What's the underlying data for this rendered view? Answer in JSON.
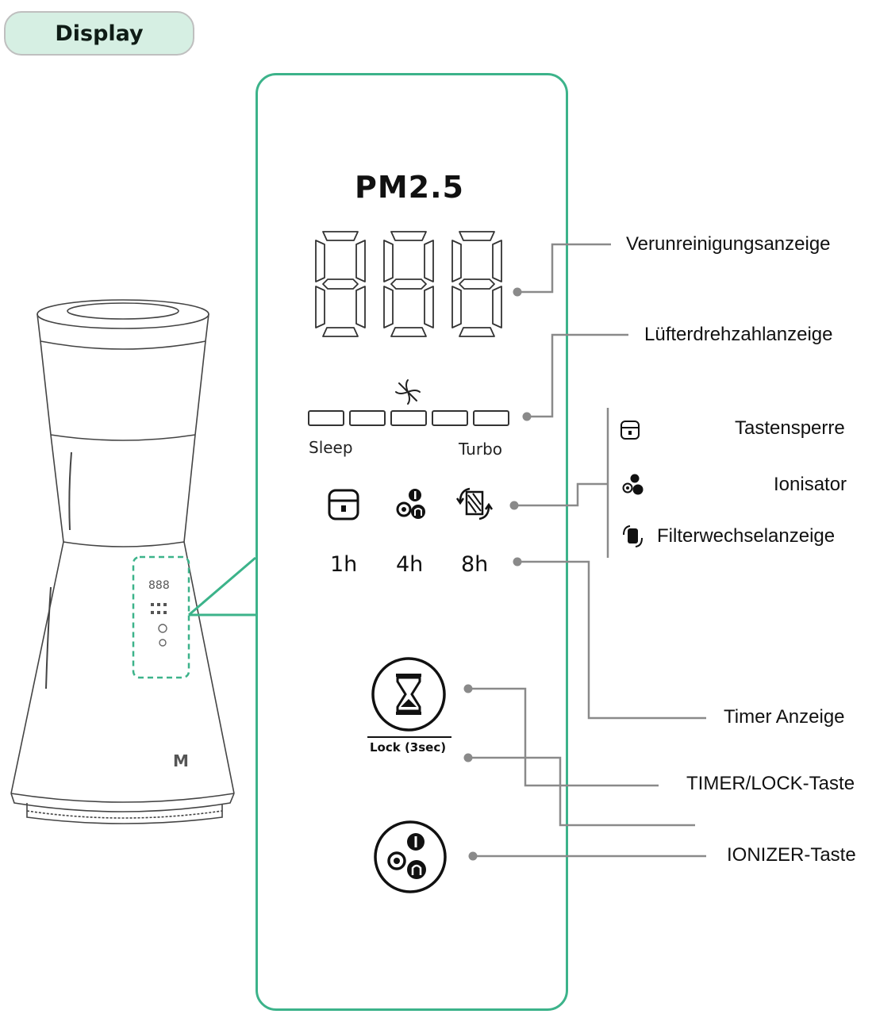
{
  "title": "Display",
  "panel": {
    "pm_label": "PM2.5",
    "fan_speed": {
      "min_label": "Sleep",
      "max_label": "Turbo"
    },
    "timer_options": [
      "1h",
      "4h",
      "8h"
    ],
    "lock_label": "Lock (3sec)"
  },
  "callouts": {
    "pollution": "Verunreinigungsanzeige",
    "fan_speed": "Lüfterdrehzahlanzeige",
    "key_lock": "Tastensperre",
    "ionizer": "Ionisator",
    "filter_change": "Filterwechselanzeige",
    "timer": "Timer Anzeige",
    "timer_lock_button": "TIMER/LOCK-Taste",
    "ionizer_button": "IONIZER-Taste"
  },
  "device": {
    "display_digits": "888",
    "brand_mark": "M"
  },
  "colors": {
    "panel_border": "#3cb38a",
    "title_fill": "#d6efe3",
    "leader_line": "#8a8a8a",
    "outline": "#333333"
  },
  "icons": [
    "fan-icon",
    "lock-icon",
    "ionizer-icon",
    "filter-change-icon",
    "hourglass-icon"
  ]
}
